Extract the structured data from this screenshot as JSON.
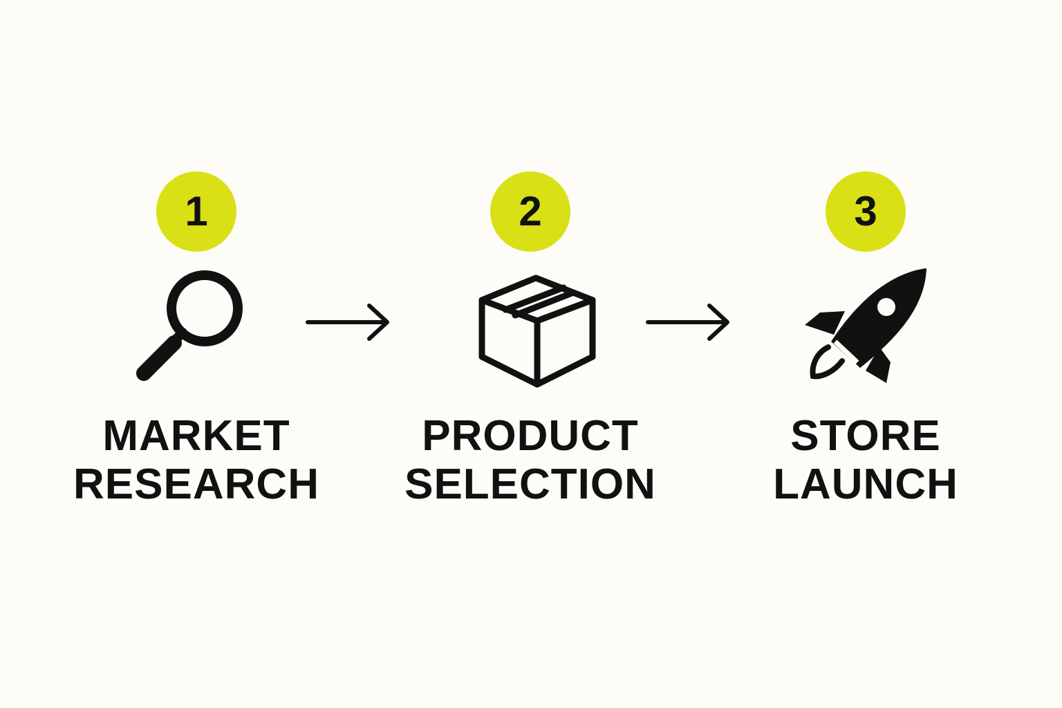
{
  "colors": {
    "background": "#fdfcf7",
    "badge": "#d9e016",
    "ink": "#111111"
  },
  "steps": [
    {
      "number": "1",
      "icon": "magnifier-icon",
      "label_line1": "MARKET",
      "label_line2": "RESEARCH"
    },
    {
      "number": "2",
      "icon": "box-icon",
      "label_line1": "PRODUCT",
      "label_line2": "SELECTION"
    },
    {
      "number": "3",
      "icon": "rocket-icon",
      "label_line1": "STORE",
      "label_line2": "LAUNCH"
    }
  ],
  "connectors": [
    {
      "icon": "arrow-right-icon"
    },
    {
      "icon": "arrow-right-icon"
    }
  ]
}
